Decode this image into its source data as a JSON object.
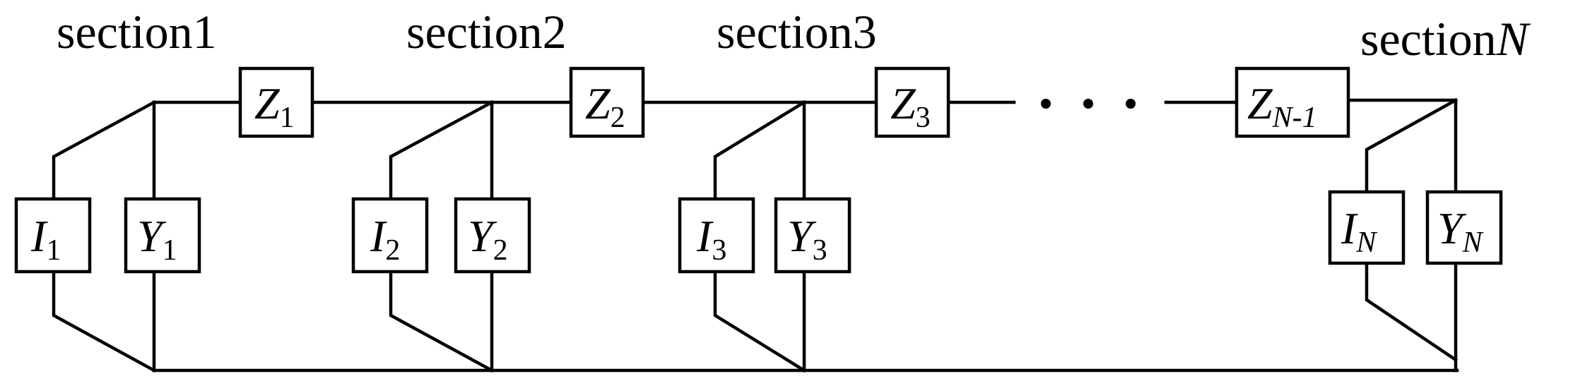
{
  "sections": [
    {
      "label_text": "section",
      "label_num": "1"
    },
    {
      "label_text": "section",
      "label_num": "2"
    },
    {
      "label_text": "section",
      "label_num": "3"
    },
    {
      "label_text": "section",
      "label_num": "N"
    }
  ],
  "impedances": [
    {
      "symbol": "Z",
      "sub": "1"
    },
    {
      "symbol": "Z",
      "sub": "2"
    },
    {
      "symbol": "Z",
      "sub": "3"
    },
    {
      "symbol": "Z",
      "sub": "N-1"
    }
  ],
  "sources": [
    {
      "symbol": "I",
      "sub": "1"
    },
    {
      "symbol": "I",
      "sub": "2"
    },
    {
      "symbol": "I",
      "sub": "3"
    },
    {
      "symbol": "I",
      "sub": "N"
    }
  ],
  "admittances": [
    {
      "symbol": "Y",
      "sub": "1"
    },
    {
      "symbol": "Y",
      "sub": "2"
    },
    {
      "symbol": "Y",
      "sub": "3"
    },
    {
      "symbol": "Y",
      "sub": "N"
    }
  ]
}
